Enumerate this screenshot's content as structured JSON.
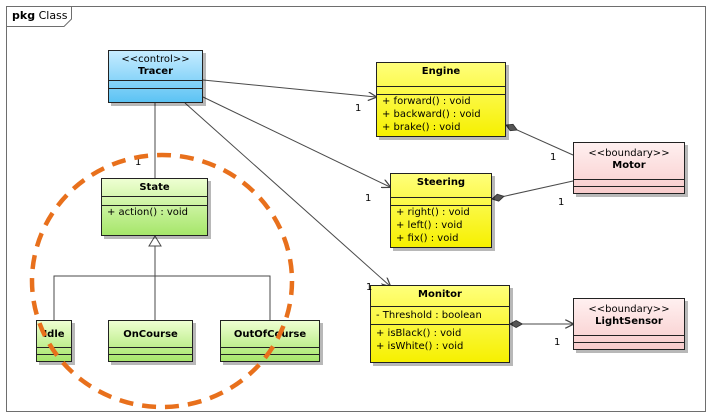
{
  "package": {
    "keyword": "pkg",
    "name": "Class"
  },
  "classes": {
    "tracer": {
      "stereotype": "<<control>>",
      "name": "Tracer"
    },
    "state": {
      "name": "State",
      "operations": [
        "+ action() : void"
      ]
    },
    "idle": {
      "name": "Idle"
    },
    "oncourse": {
      "name": "OnCourse"
    },
    "outofcourse": {
      "name": "OutOfCourse"
    },
    "engine": {
      "name": "Engine",
      "operations": [
        "+ forward() : void",
        "+ backward() : void",
        "+ brake() : void"
      ]
    },
    "steering": {
      "name": "Steering",
      "operations": [
        "+ right() : void",
        "+ left() : void",
        "+ fix() : void"
      ]
    },
    "monitor": {
      "name": "Monitor",
      "attributes": [
        "- Threshold : boolean"
      ],
      "operations": [
        "+ isBlack() : void",
        "+ isWhite() : void"
      ]
    },
    "motor": {
      "stereotype": "<<boundary>>",
      "name": "Motor"
    },
    "lightsensor": {
      "stereotype": "<<boundary>>",
      "name": "LightSensor"
    }
  },
  "multiplicities": {
    "tracer_state": "1",
    "tracer_engine": "1",
    "tracer_steering": "1",
    "tracer_monitor": "1",
    "engine_motor": "1",
    "steering_motor": "1",
    "monitor_lightsensor": "1"
  },
  "colors": {
    "control": "#5cc3f4",
    "entity": "#f6f000",
    "state": "#a6e66a",
    "boundary": "#f8cccc",
    "highlight_circle": "#e8701c"
  }
}
